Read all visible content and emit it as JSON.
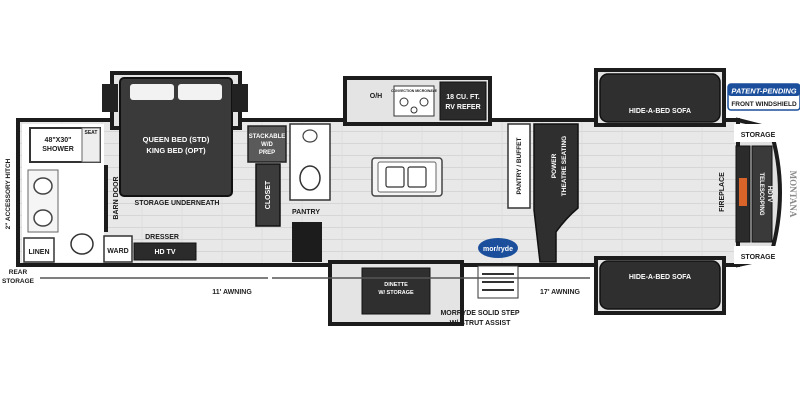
{
  "colors": {
    "wall": "#1c1c1c",
    "floor": "#e6e6e6",
    "carpet": "#dcdcdc",
    "sofa": "#2f2f2f",
    "cabinet": "#5a5a5a",
    "badge_blue": "#1b4f9c",
    "fireplace_orange": "#d9642a"
  },
  "badge": {
    "title": "PATENT-PENDING",
    "subtitle": "FRONT WINDSHIELD"
  },
  "logo_text": "MONTANA",
  "rooms": {
    "shower": "48\"X30\"",
    "shower2": "SHOWER",
    "seat": "SEAT",
    "accessory_hitch": "2\" ACCESSORY HITCH",
    "linen": "LINEN",
    "rear_storage_1": "REAR",
    "rear_storage_2": "STORAGE",
    "barn_door": "BARN DOOR",
    "ward": "WARD",
    "dresser": "DRESSER",
    "hd_tv": "HD TV",
    "bed_1": "QUEEN BED (STD)",
    "bed_2": "KING BED (OPT)",
    "storage_underneath": "STORAGE UNDERNEATH",
    "stackable_1": "STACKABLE",
    "stackable_2": "W/D",
    "stackable_3": "PREP",
    "closet": "CLOSET",
    "pantry": "PANTRY",
    "oh": "O/H",
    "convection": "CONVECTION MICROWAVE",
    "refer_1": "18 CU. FT.",
    "refer_2": "RV REFER",
    "dinette_1": "DINETTE",
    "dinette_2": "W/ STORAGE",
    "pantry_buffet": "PANTRY / BUFFET",
    "theatre_1": "POWER",
    "theatre_2": "THEATRE SEATING",
    "sofa_top": "HIDE-A-BED SOFA",
    "sofa_bottom": "HIDE-A-BED SOFA",
    "fireplace": "FIREPLACE",
    "storage_top": "STORAGE",
    "storage_bottom": "STORAGE",
    "telescoping_1": "TELESCOPING",
    "telescoping_2": "HDTV",
    "mor_ryde": "mor/ryde",
    "awning_11": "11' AWNING",
    "awning_17": "17' AWNING",
    "morryde_1": "MORRYDE SOLID STEP",
    "morryde_2": "W/ STRUT ASSIST"
  }
}
